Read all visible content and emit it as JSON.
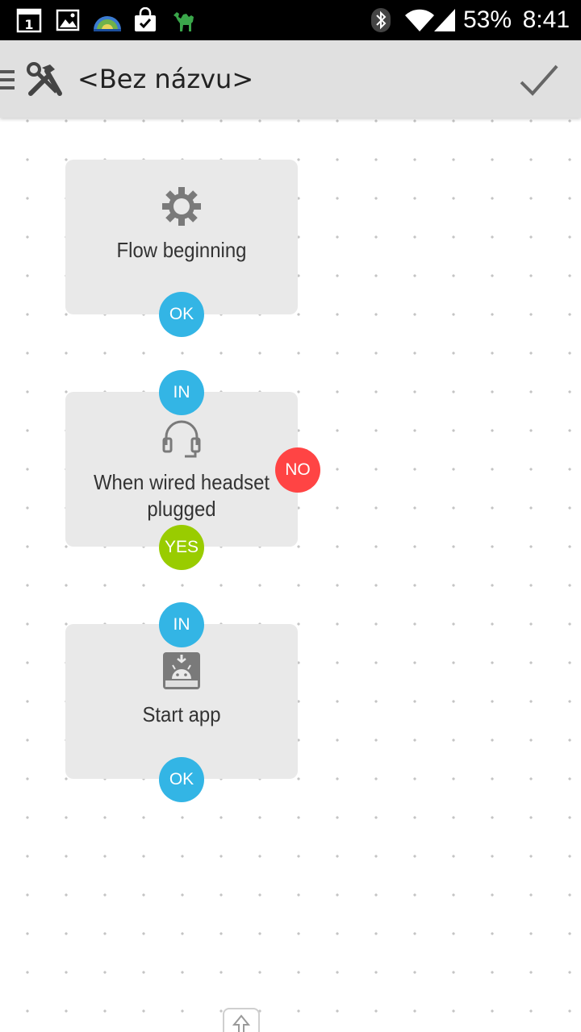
{
  "status_bar": {
    "battery": "53%",
    "time": "8:41",
    "notification_icons": [
      "calendar-icon",
      "gallery-icon",
      "weather-icon",
      "shopping-bag-icon",
      "camel-icon"
    ],
    "system_icons": [
      "bluetooth-icon",
      "wifi-icon",
      "signal-icon",
      "battery-icon"
    ]
  },
  "action_bar": {
    "title": "<Bez názvu>",
    "left_icon": "tools-icon",
    "confirm_icon": "checkmark-icon"
  },
  "colors": {
    "pin_blue": "#33b5e5",
    "pin_red": "#ff4444",
    "pin_green": "#99cc00",
    "node_bg": "#e9e9e9"
  },
  "nodes": [
    {
      "label": "Flow beginning",
      "icon": "gear-icon",
      "pins": {
        "ok": "OK"
      }
    },
    {
      "label": "When wired headset plugged",
      "icon": "headset-icon",
      "pins": {
        "in": "IN",
        "no": "NO",
        "yes": "YES"
      }
    },
    {
      "label": "Start app",
      "icon": "android-app-icon",
      "pins": {
        "in": "IN",
        "ok": "OK"
      }
    }
  ],
  "bottom_handle_icon": "arrow-up-icon"
}
